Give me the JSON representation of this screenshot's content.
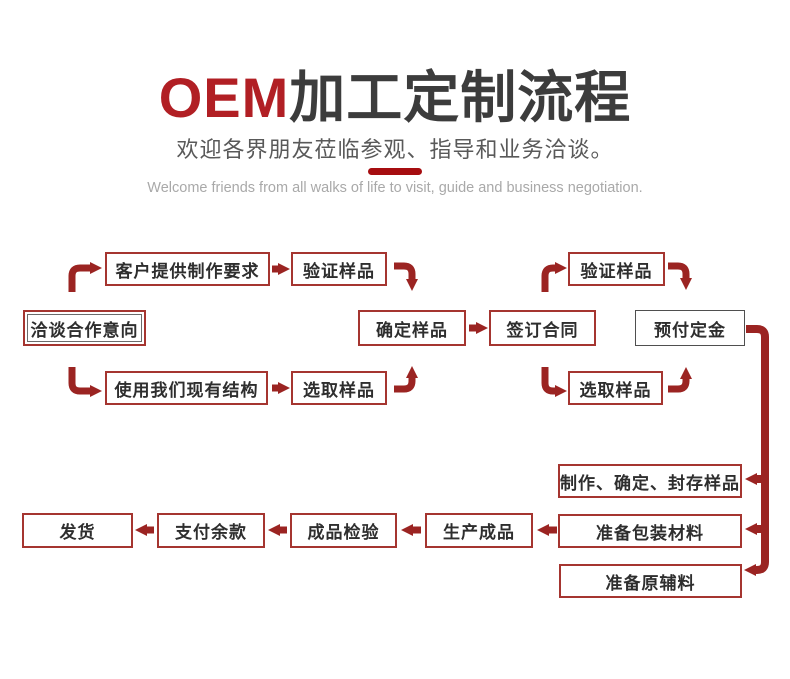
{
  "header": {
    "title_red": "OEM",
    "title_rest": "加工定制流程",
    "subtitle": "欢迎各界朋友莅临参观、指导和业务洽谈。",
    "subtitle_en": "Welcome friends from all walks of life to visit, guide and business negotiation."
  },
  "colors": {
    "accent_red": "#b11f24",
    "arrow_red": "#9b2422",
    "box_border_red": "#a53530",
    "underline_red": "#a60d10",
    "title_gray": "#3c3c3c",
    "subtitle_gray": "#595959",
    "subtitle_en_gray": "#a9a9a9"
  },
  "flowchart": {
    "boxes": {
      "negotiate": {
        "label": "洽谈合作意向"
      },
      "customer_req": {
        "label": "客户提供制作要求"
      },
      "verify_1": {
        "label": "验证样品"
      },
      "use_structure": {
        "label": "使用我们现有结构"
      },
      "select_1": {
        "label": "选取样品"
      },
      "confirm_sample": {
        "label": "确定样品"
      },
      "sign_contract": {
        "label": "签订合同"
      },
      "verify_2": {
        "label": "验证样品"
      },
      "select_2": {
        "label": "选取样品"
      },
      "prepay": {
        "label": "预付定金"
      },
      "make_seal": {
        "label": "制作、确定、封存样品"
      },
      "pack_materials": {
        "label": "准备包装材料"
      },
      "raw_materials": {
        "label": "准备原辅料"
      },
      "produce": {
        "label": "生产成品"
      },
      "inspect": {
        "label": "成品检验"
      },
      "pay_balance": {
        "label": "支付余款"
      },
      "ship": {
        "label": "发货"
      }
    }
  }
}
